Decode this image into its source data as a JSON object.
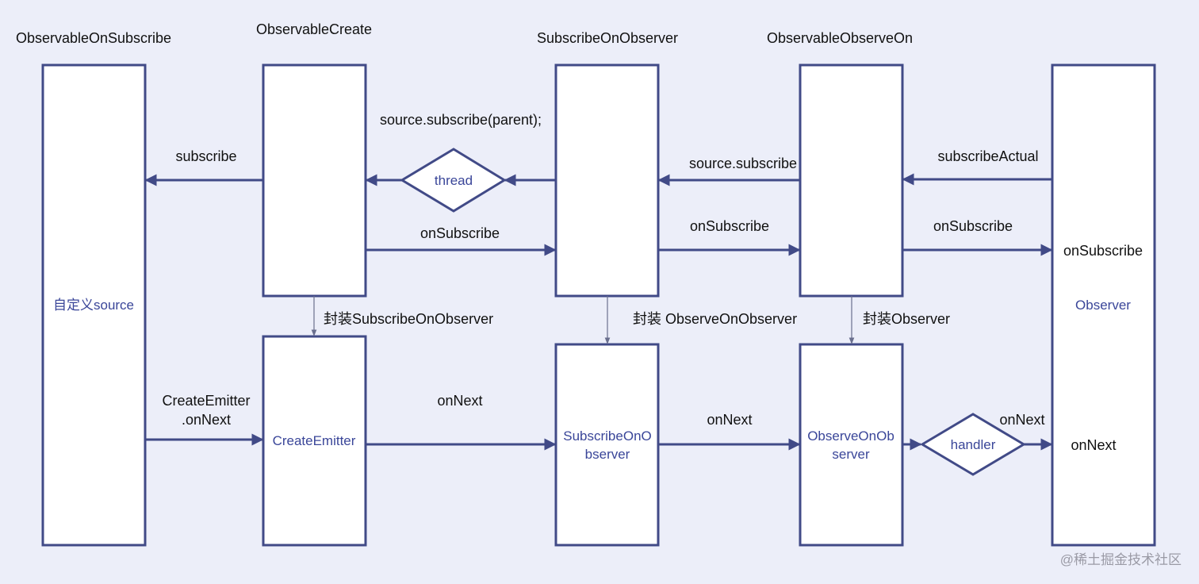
{
  "colors": {
    "background": "#eceef9",
    "box_stroke": "#414a87",
    "inner_text": "#3a4699",
    "label_text": "#111111"
  },
  "headers": {
    "observable_on_subscribe": "ObservableOnSubscribe",
    "observable_create": "ObservableCreate",
    "subscribe_on_observer": "SubscribeOnObserver",
    "observable_observe_on": "ObservableObserveOn"
  },
  "boxes": {
    "custom_source": "自定义source",
    "create_emitter": "CreateEmitter",
    "subscribe_on_observer_line1": "SubscribeOnO",
    "subscribe_on_observer_line2": "bserver",
    "observe_on_observer_line1": "ObserveOnOb",
    "observe_on_observer_line2": "server",
    "observer": "Observer"
  },
  "diamonds": {
    "thread": "thread",
    "handler": "handler"
  },
  "labels": {
    "subscribe": "subscribe",
    "source_subscribe_parent": "source.subscribe(parent);",
    "source_subscribe": "source.subscribe",
    "subscribe_actual": "subscribeActual",
    "on_subscribe_1": "onSubscribe",
    "on_subscribe_2": "onSubscribe",
    "on_subscribe_3": "onSubscribe",
    "on_subscribe_observer": "onSubscribe",
    "wrap_subscribe_on_observer": "封装SubscribeOnObserver",
    "wrap_observe_on_observer": "封装 ObserveOnObserver",
    "wrap_observer": "封装Observer",
    "create_emitter_on_next_line1": "CreateEmitter",
    "create_emitter_on_next_line2": ".onNext",
    "on_next_1": "onNext",
    "on_next_2": "onNext",
    "on_next_3": "onNext",
    "on_next_observer": "onNext"
  },
  "watermark": "@稀土掘金技术社区"
}
